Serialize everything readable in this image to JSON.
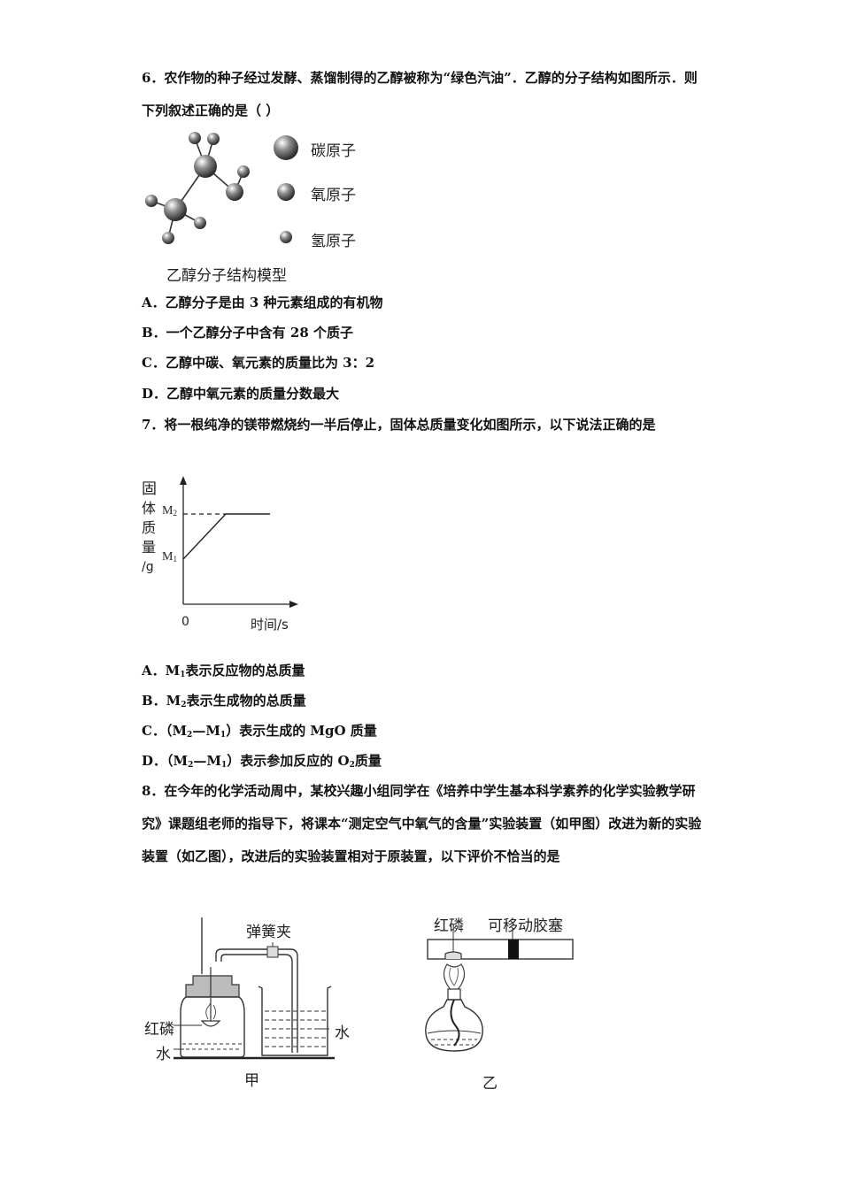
{
  "q6": {
    "stem": "6．农作物的种子经过发酵、蒸馏制得的乙醇被称为“绿色汽油”．乙醇的分子结构如图所示．则下列叙述正确的是（ ）",
    "legend_carbon": "碳原子",
    "legend_oxygen": "氧原子",
    "legend_hydrogen": "氢原子",
    "caption": "乙醇分子结构模型",
    "opts": [
      "A．乙醇分子是由 3 种元素组成的有机物",
      "B．一个乙醇分子中含有 28 个质子",
      "C．乙醇中碳、氧元素的质量比为 3：2",
      "D．乙醇中氧元素的质量分数最大"
    ]
  },
  "q7": {
    "stem": "7．将一根纯净的镁带燃烧约一半后停止，固体总质量变化如图所示，以下说法正确的是",
    "ylabel": [
      "固",
      "体",
      "质",
      "量",
      "/g"
    ],
    "m2": "M",
    "m2_sub": "2",
    "m1": "M",
    "m1_sub": "1",
    "origin": "0",
    "xlabel": "时间/s",
    "optA": {
      "p1": "A．M",
      "s1": "1",
      "p2": "表示反应物的总质量"
    },
    "optB": {
      "p1": "B．M",
      "s1": "2",
      "p2": "表示生成物的总质量"
    },
    "optC": {
      "p1": "C．（M",
      "s1": "2",
      "p2": "—M",
      "s2": "1",
      "p3": "）表示生成的 MgO 质量"
    },
    "optD": {
      "p1": "D．（M",
      "s1": "2",
      "p2": "—M",
      "s2": "1",
      "p3": "）表示参加反应的 O",
      "s3": "2",
      "p4": "质量"
    }
  },
  "q8": {
    "stem": "8．在今年的化学活动周中，某校兴趣小组同学在《培养中学生基本科学素养的化学实验教学研究》课题组老师的指导下，将课本“测定空气中氧气的含量”实验装置（如甲图）改进为新的实验装置（如乙图），改进后的实验装置相对于原装置，以下评价不恰当的是",
    "jia": {
      "clamp": "弹簧夹",
      "phos": "红磷",
      "water_left": "水",
      "water_right": "水",
      "caption": "甲"
    },
    "yi": {
      "phos": "红磷",
      "plug": "可移动胶塞",
      "caption": "乙"
    }
  }
}
